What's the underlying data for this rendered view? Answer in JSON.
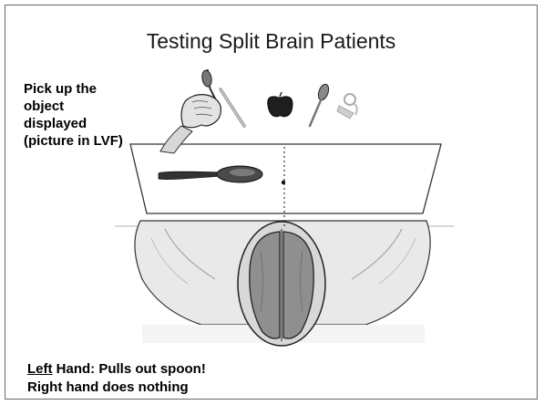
{
  "slide": {
    "title": "Testing Split Brain Patients",
    "instruction": "Pick up the object displayed (picture in LVF)",
    "caption": {
      "line1_emphasis": "Left",
      "line1_rest": " Hand: Pulls out spoon!",
      "line2": "Right hand does nothing"
    }
  },
  "illustration": {
    "objects_on_table": [
      "spoon-in-hand",
      "pencil",
      "apple",
      "spoon",
      "keys"
    ],
    "screen_image": "spoon",
    "colors": {
      "outline": "#222222",
      "hemisphere_fill": "#8f8f8f",
      "skin": "#e6e6e6",
      "shadow": "#bdbdbd"
    }
  }
}
